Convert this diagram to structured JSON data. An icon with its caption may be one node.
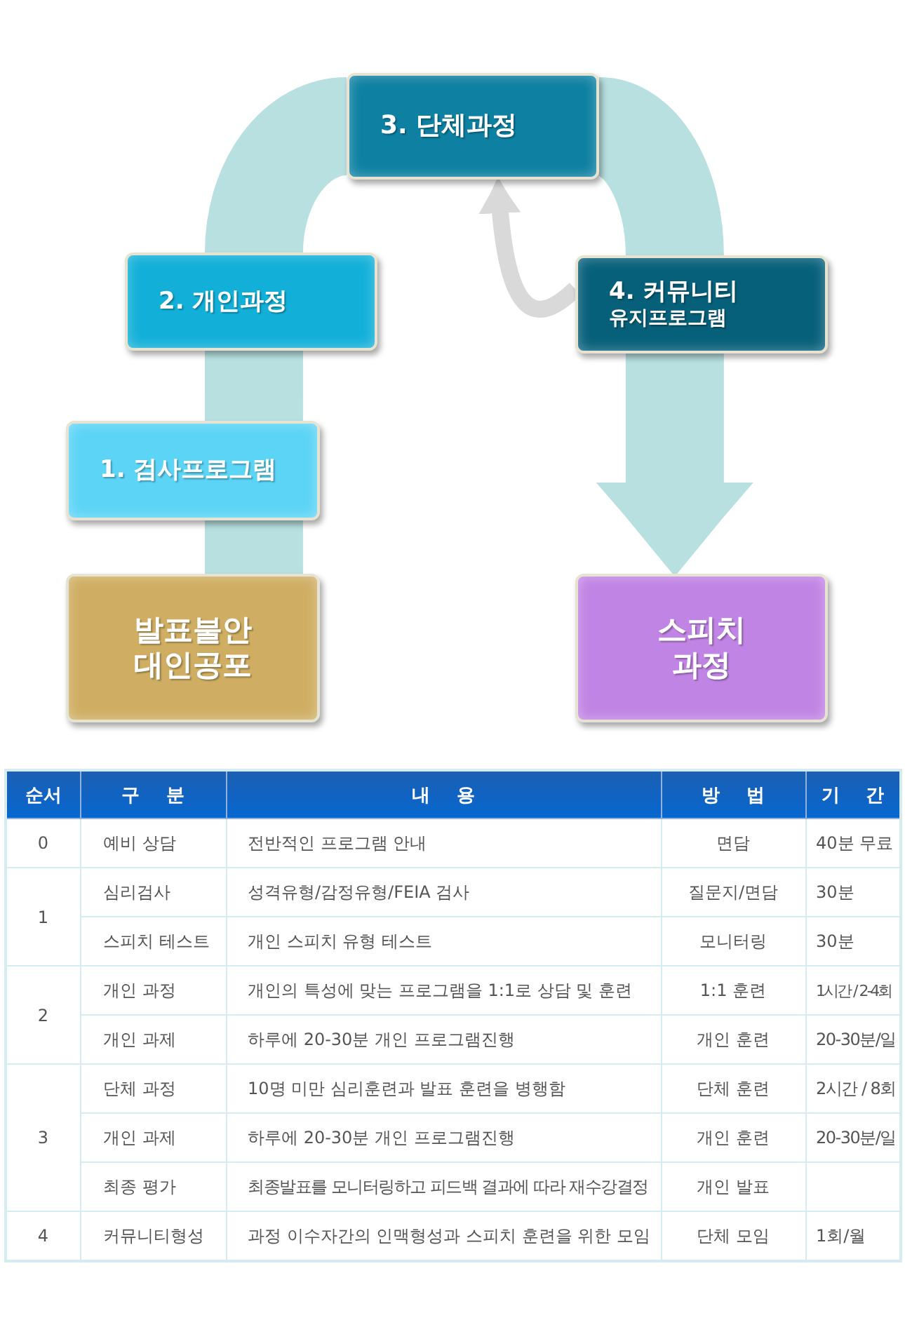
{
  "diagram": {
    "nodes": [
      {
        "text": [
          "발표불안 대인공포"
        ]
      },
      {
        "text": [
          "1. 검사프로그램"
        ]
      },
      {
        "text": [
          "2. 개인과정"
        ]
      },
      {
        "text": [
          "3. 단체과정"
        ]
      },
      {
        "text": [
          "4. 커뮤니티",
          "유지프로그램"
        ]
      },
      {
        "text": [
          "스피치 과정"
        ]
      }
    ],
    "edges": [
      {
        "from": 0,
        "to": 1,
        "arrow": "none"
      },
      {
        "from": 1,
        "to": 2,
        "arrow": "none"
      },
      {
        "from": 2,
        "to": 3,
        "arrow": "none"
      },
      {
        "from": 3,
        "to": 4,
        "arrow": "none"
      },
      {
        "from": 4,
        "to": 5,
        "arrow": "to"
      },
      {
        "from": 4,
        "to": 3,
        "arrow": "to",
        "color": "#d9d9d9"
      }
    ],
    "labels": [
      "순서",
      "구 분",
      "내 용",
      "방 법",
      "기 간",
      "0",
      "예비 상담",
      "전반적인 프로그램 안내",
      "면담",
      "40분 무료",
      "1",
      "심리검사",
      "성격유형/감정유형/FEIA 검사",
      "질문지/면담",
      "30분",
      "스피치 테스트",
      "개인 스피치 유형 테스트",
      "모니터링",
      "30분",
      "2",
      "개인 과정",
      "개인의 특성에 맞는 프로그램을 1:1로 상담 및 훈련",
      "1:1 훈련",
      "1시간 / 2-4회",
      "개인 과제",
      "하루에 20-30분 개인 프로그램진행",
      "개인 훈련",
      "20-30분/일",
      "3",
      "단체 과정",
      "10명 미만 심리훈련과 발표 훈련을 병행함",
      "단체 훈련",
      "2시간 / 8회",
      "개인 과제",
      "하루에 20-30분 개인 프로그램진행",
      "개인 훈련",
      "20-30분/일",
      "최종 평가",
      "최종발표를 모니터링하고 피드백 결과에 따라 재수강결정",
      "개인 발표",
      "4",
      "커뮤니티형성",
      "과정 이수자간의 인맥형성과 스피치 훈련을 위한 모임",
      "단체 모임",
      "1회/월"
    ]
  }
}
